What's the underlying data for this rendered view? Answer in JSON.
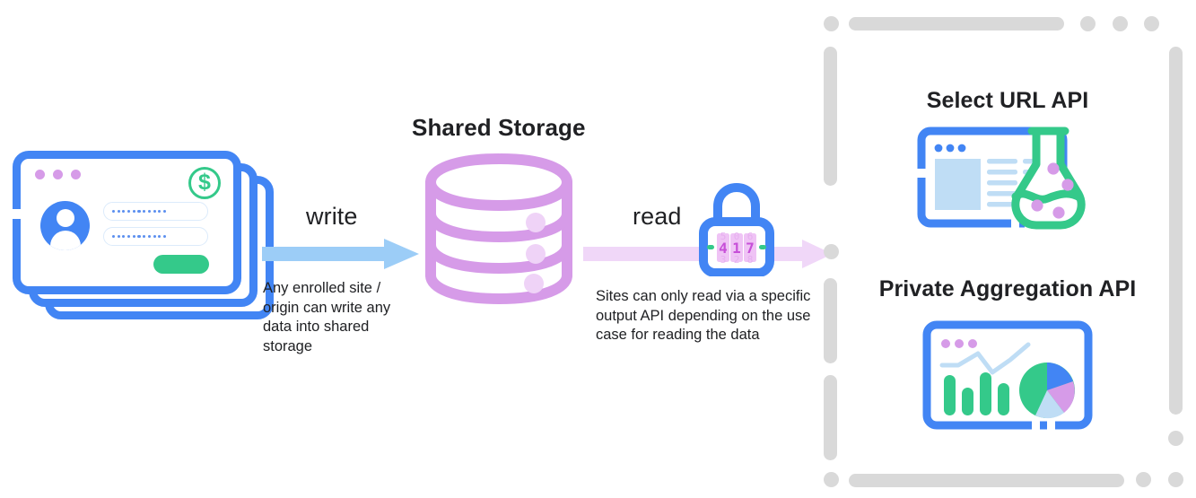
{
  "diagram": {
    "title": "Shared Storage write and read flow",
    "colors": {
      "blue": "#4285F4",
      "light_blue_arrow": "#9CCDF7",
      "purple": "#D69BE8",
      "light_purple_arrow": "#F0D7F8",
      "green": "#34C98A",
      "pale_blue": "#BFDDF5",
      "gray_dash": "#D9D9D9",
      "text": "#202124"
    }
  },
  "source": {
    "name": "publisher-site-cards",
    "card_count": 3,
    "window_dots": [
      "dot",
      "dot",
      "dot"
    ],
    "money_badge": "$",
    "password_fields": [
      {
        "label": "username-field",
        "dots": 11
      },
      {
        "label": "password-field",
        "dots": 11
      }
    ],
    "submit_button_label": ""
  },
  "write_flow": {
    "label": "write",
    "caption": "Any enrolled site / origin can write any data into shared storage",
    "arrow_direction": "right"
  },
  "storage": {
    "title": "Shared Storage",
    "icon": "database-cylinder-icon",
    "bands": 3
  },
  "read_flow": {
    "label": "read",
    "caption": "Sites can only read via a specific output API depending on the use case for reading the data",
    "arrow_direction": "right",
    "lock": {
      "name": "combination-lock-icon",
      "digits": [
        "4",
        "1",
        "7"
      ]
    }
  },
  "output_apis": {
    "panel_name": "output-apis-panel",
    "items": [
      {
        "title": "Select URL API",
        "icon": "browser-window-with-flask-icon"
      },
      {
        "title": "Private Aggregation API",
        "icon": "browser-window-with-charts-icon"
      }
    ]
  },
  "chart_icon_data": {
    "type": "bar",
    "categories": [
      "1",
      "2",
      "3",
      "4"
    ],
    "values": [
      72,
      46,
      78,
      54
    ],
    "title": "",
    "xlabel": "",
    "ylabel": "",
    "line_series": [
      28,
      44,
      62,
      40,
      20,
      52,
      80
    ],
    "pie_slices": [
      {
        "label": "green",
        "value": 50,
        "color": "#34C98A"
      },
      {
        "label": "blue",
        "value": 17,
        "color": "#4285F4"
      },
      {
        "label": "purple",
        "value": 16,
        "color": "#D69BE8"
      },
      {
        "label": "light-blue",
        "value": 17,
        "color": "#BFDDF5"
      }
    ]
  }
}
